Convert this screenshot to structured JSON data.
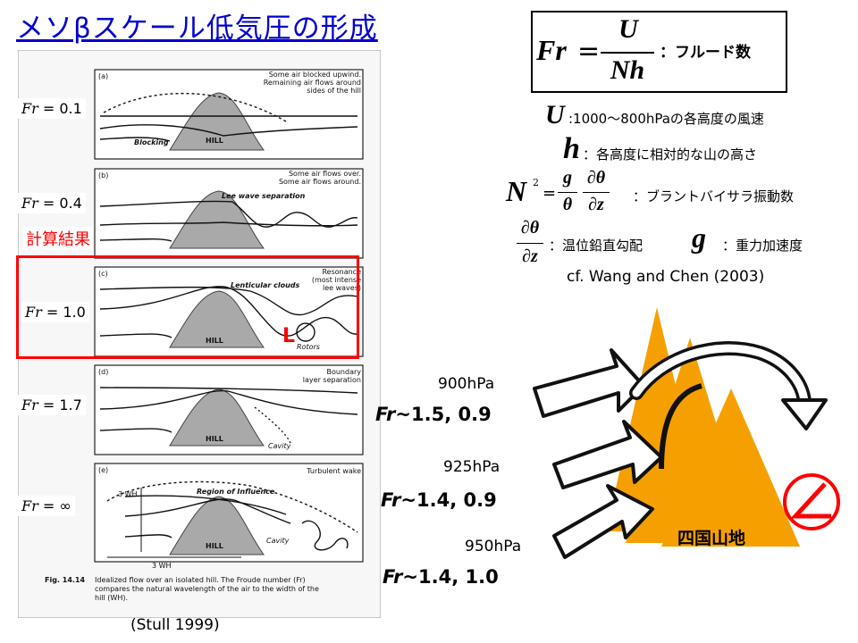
{
  "title": "メソβスケール低気圧の形成",
  "formula": {
    "lhs": "Fr",
    "equals": "=",
    "numerator": "U",
    "denominator": "Nh",
    "caption": "：フルード数"
  },
  "definitions": {
    "u_symbol": "U",
    "u_text": ":1000～800hPaの各高度の風速",
    "h_symbol": "h",
    "h_text": "：各高度に相対的な山の高さ",
    "n_symbol": "N",
    "n_exp": "2",
    "n_eq": "=",
    "n_frac1_num": "g",
    "n_frac1_den": "θ",
    "n_frac2_num": "∂θ",
    "n_frac2_den": "∂z",
    "n_text": "：ブラントバイサラ振動数",
    "dtheta_num": "∂θ",
    "dtheta_den": "∂z",
    "dtheta_text": "：温位鉛直勾配",
    "g_symbol": "g",
    "g_text": "：重力加速度",
    "citation": "cf. Wang and Chen (2003)"
  },
  "fr_labels": [
    {
      "var": "Fr",
      "value": " = 0.1"
    },
    {
      "var": "Fr",
      "value": " = 0.4"
    },
    {
      "var": "Fr",
      "value": " = 1.0"
    },
    {
      "var": "Fr",
      "value": " = 1.7"
    },
    {
      "var": "Fr",
      "value": " = ∞"
    }
  ],
  "result_label": "計算結果",
  "low_marker": "L",
  "figure": {
    "panel_a": {
      "tag": "(a)",
      "note1": "Some air blocked upwind.",
      "note2": "Remaining air flows around",
      "note3": "sides of the hill",
      "blocking": "Blocking",
      "hill": "HILL"
    },
    "panel_b": {
      "tag": "(b)",
      "note1": "Some air flows over.",
      "note2": "Some air flows around.",
      "lee": "Lee wave separation"
    },
    "panel_c": {
      "tag": "(c)",
      "note1": "Resonance",
      "note2": "(most intense",
      "note3": "lee waves)",
      "lenticular": "Lenticular clouds",
      "hill": "HILL",
      "rotors": "Rotors"
    },
    "panel_d": {
      "tag": "(d)",
      "note1": "Boundary",
      "note2": "layer separation",
      "hill": "HILL",
      "cavity": "Cavity"
    },
    "panel_e": {
      "tag": "(e)",
      "wake": "Turbulent wake",
      "region": "Region of Influence",
      "hill": "HILL",
      "cavity": "Cavity",
      "wh1": "3 WH",
      "wh2": "3 WH"
    },
    "caption_fig": "Fig. 14.14",
    "caption1": "Idealized flow over an isolated hill.  The Froude number (Fr)",
    "caption2": "compares the natural wavelength of the air to the width of the",
    "caption3": "hill (WH)."
  },
  "source": "(Stull 1999)",
  "levels": [
    {
      "pressure": "900hPa",
      "fr_var": "Fr",
      "fr_value": "~1.5, 0.9"
    },
    {
      "pressure": "925hPa",
      "fr_var": "Fr",
      "fr_value": "~1.4, 0.9"
    },
    {
      "pressure": "950hPa",
      "fr_var": "Fr",
      "fr_value": "~1.4, 1.0"
    }
  ],
  "mountain_label": "四国山地",
  "colors": {
    "title": "#0000d0",
    "highlight": "#ff0000",
    "mountain": "#f5a000",
    "low_symbol": "#ff0000"
  }
}
